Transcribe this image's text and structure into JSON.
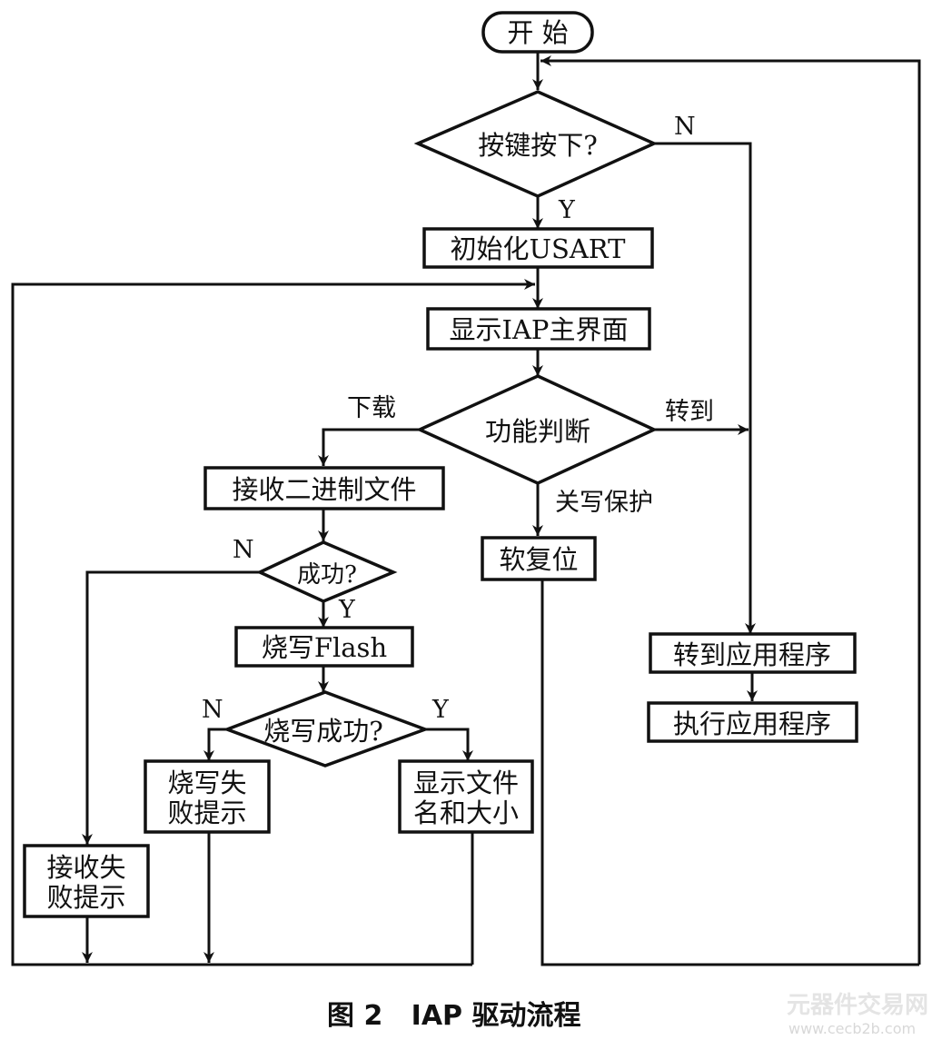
{
  "flowchart": {
    "nodes": {
      "start": "开  始",
      "key_pressed": "按键按下?",
      "init_usart": "初始化USART",
      "show_iap_main": "显示IAP主界面",
      "function_judge": "功能判断",
      "receive_binary": "接收二进制文件",
      "success": "成功?",
      "burn_flash": "烧写Flash",
      "burn_success": "烧写成功?",
      "burn_fail_line1": "烧写失",
      "burn_fail_line2": "败提示",
      "show_file_line1": "显示文件",
      "show_file_line2": "名和大小",
      "receive_fail_line1": "接收失",
      "receive_fail_line2": "败提示",
      "soft_reset": "软复位",
      "goto_app": "转到应用程序",
      "exec_app": "执行应用程序"
    },
    "edge_labels": {
      "key_no": "N",
      "key_yes": "Y",
      "download": "下载",
      "goto": "转到",
      "write_protect_off": "关写保护",
      "success_no": "N",
      "success_yes": "Y",
      "burn_no": "N",
      "burn_yes": "Y"
    }
  },
  "caption": "图 2   IAP 驱动流程",
  "watermark": {
    "line1": "元器件交易网",
    "line2": "www.cecb2b.com"
  }
}
